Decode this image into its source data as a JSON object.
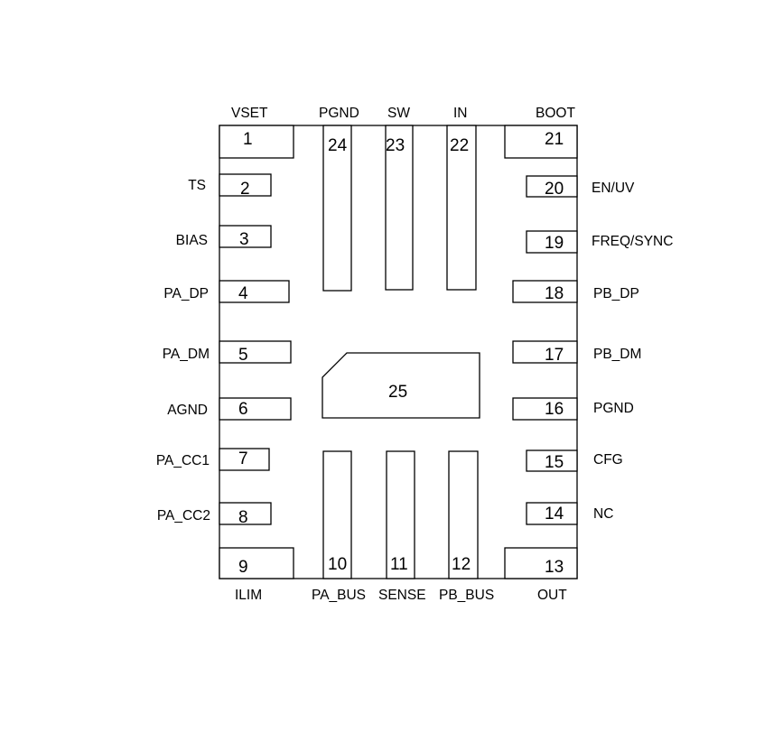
{
  "package": {
    "pins": [
      {
        "number": "1",
        "name": "VSET"
      },
      {
        "number": "2",
        "name": "TS"
      },
      {
        "number": "3",
        "name": "BIAS"
      },
      {
        "number": "4",
        "name": "PA_DP"
      },
      {
        "number": "5",
        "name": "PA_DM"
      },
      {
        "number": "6",
        "name": "AGND"
      },
      {
        "number": "7",
        "name": "PA_CC1"
      },
      {
        "number": "8",
        "name": "PA_CC2"
      },
      {
        "number": "9",
        "name": "ILIM"
      },
      {
        "number": "10",
        "name": "PA_BUS"
      },
      {
        "number": "11",
        "name": "SENSE"
      },
      {
        "number": "12",
        "name": "PB_BUS"
      },
      {
        "number": "13",
        "name": "OUT"
      },
      {
        "number": "14",
        "name": "NC"
      },
      {
        "number": "15",
        "name": "CFG"
      },
      {
        "number": "16",
        "name": "PGND"
      },
      {
        "number": "17",
        "name": "PB_DM"
      },
      {
        "number": "18",
        "name": "PB_DP"
      },
      {
        "number": "19",
        "name": "FREQ/SYNC"
      },
      {
        "number": "20",
        "name": "EN/UV"
      },
      {
        "number": "21",
        "name": "BOOT"
      },
      {
        "number": "22",
        "name": "IN"
      },
      {
        "number": "23",
        "name": "SW"
      },
      {
        "number": "24",
        "name": "PGND"
      }
    ],
    "thermal_pad": {
      "number": "25"
    }
  }
}
